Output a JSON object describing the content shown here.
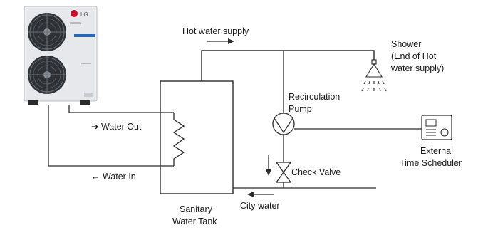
{
  "outdoor_unit": {
    "brand": "LG"
  },
  "labels": {
    "hot_water_supply": "Hot water supply",
    "shower": "Shower",
    "shower_note_1": "(End of Hot",
    "shower_note_2": "water supply)",
    "recirculation": "Recirculation",
    "pump": "Pump",
    "water_out": "➔ Water Out",
    "water_in": "← Water In",
    "check_valve": "Check Valve",
    "external": "External",
    "time_scheduler": "Time Scheduler",
    "tank_1": "Sanitary",
    "tank_2": "Water Tank",
    "city_water": "City water"
  },
  "colors": {
    "line": "#2b2b2b",
    "unit_body": "#e9ebee",
    "unit_dark": "#3a3d42",
    "accent": "#2a66b8"
  },
  "icons": [
    "outdoor-unit-icon",
    "shower-head-icon",
    "pump-icon",
    "check-valve-icon",
    "scheduler-icon",
    "flow-arrow-icon"
  ]
}
